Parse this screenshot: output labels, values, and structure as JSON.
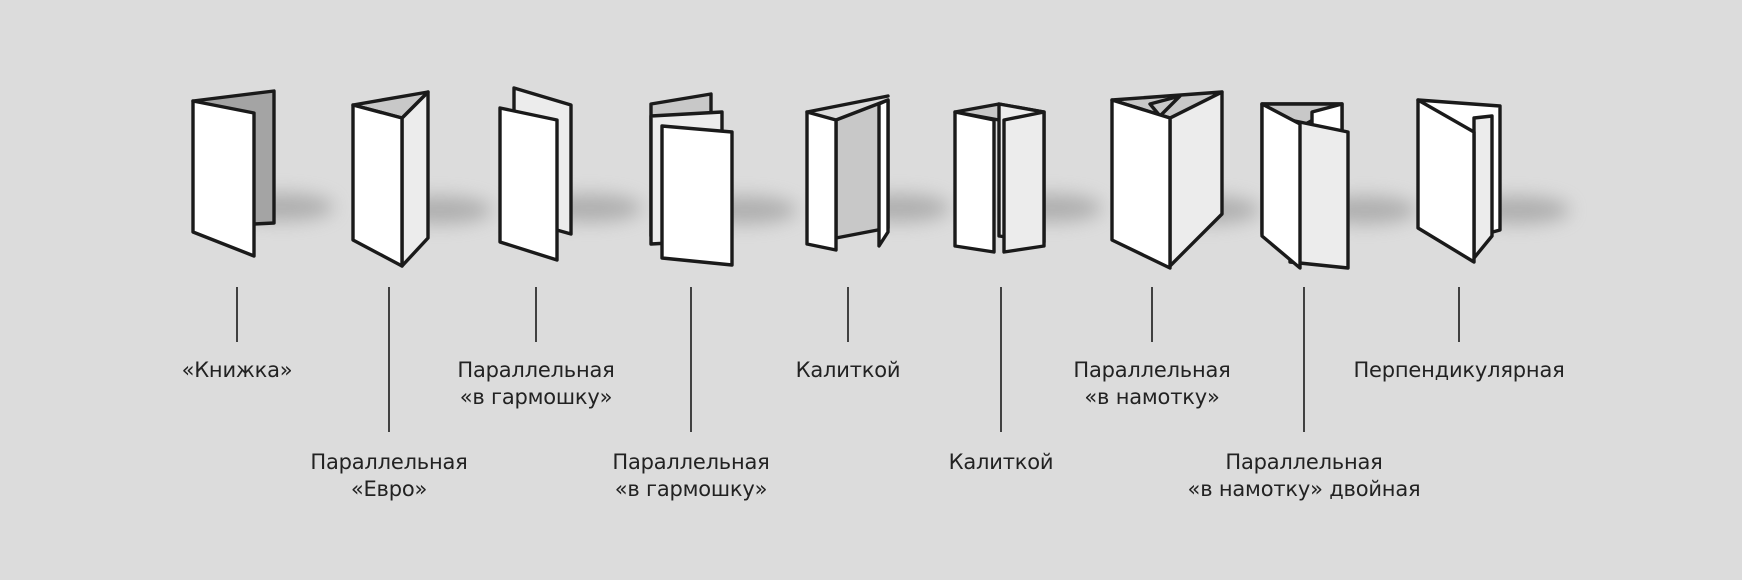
{
  "folds": [
    {
      "key": "book",
      "lines": [
        "«Книжка»"
      ]
    },
    {
      "key": "euro",
      "lines": [
        "Параллельная",
        "«Евро»"
      ]
    },
    {
      "key": "accordion-1",
      "lines": [
        "Параллельная",
        "«в гармошку»"
      ]
    },
    {
      "key": "accordion-2",
      "lines": [
        "Параллельная",
        "«в гармошку»"
      ]
    },
    {
      "key": "gate-1",
      "lines": [
        "Калиткой"
      ]
    },
    {
      "key": "gate-2",
      "lines": [
        "Калиткой"
      ]
    },
    {
      "key": "roll",
      "lines": [
        "Параллельная",
        "«в намотку»"
      ]
    },
    {
      "key": "roll-double",
      "lines": [
        "Параллельная",
        "«в намотку» двойная"
      ]
    },
    {
      "key": "perpendicular",
      "lines": [
        "Перпендикулярная"
      ]
    }
  ],
  "colors": {
    "background": "#dcdcdc",
    "outline": "#1a1a1a",
    "panel_white": "#ffffff",
    "panel_light": "#ececec",
    "panel_mid": "#c8c8c8",
    "panel_dark": "#a4a4a4"
  }
}
